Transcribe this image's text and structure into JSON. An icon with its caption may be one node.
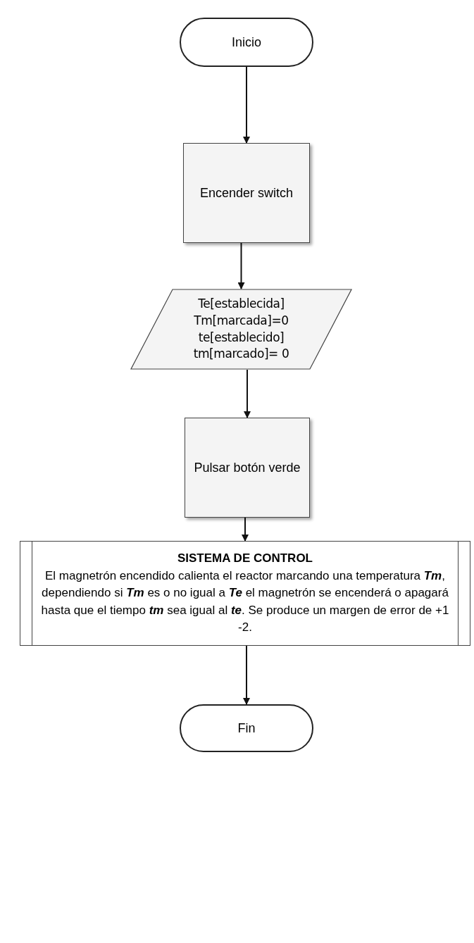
{
  "diagram": {
    "nodes": [
      {
        "text": [
          "Inicio"
        ]
      },
      {
        "text": [
          "Encender switch"
        ]
      },
      {
        "text": [
          "Te[establecida]",
          "Tm[marcada]=0",
          "te[establecido]",
          "tm[marcado]= 0"
        ]
      },
      {
        "text": [
          "Pulsar botón verde"
        ]
      },
      {
        "text": [
          "SISTEMA DE CONTROL",
          "El magnetrón encendido calienta el reactor marcando una temperatura **Tm**, dependiendo si **Tm** es o no igual a **Te** el magnetrón se encenderá o apagará hasta que el tiempo **tm** sea igual al **te**. Se produce un margen de error de +1 -2."
        ]
      },
      {
        "text": [
          "Fin"
        ]
      }
    ],
    "edges": [
      {
        "from": 0,
        "to": 1,
        "arrow": "to"
      },
      {
        "from": 1,
        "to": 2,
        "arrow": "to"
      },
      {
        "from": 2,
        "to": 3,
        "arrow": "to"
      },
      {
        "from": 3,
        "to": 4,
        "arrow": "to"
      },
      {
        "from": 4,
        "to": 5,
        "arrow": "to"
      }
    ]
  }
}
